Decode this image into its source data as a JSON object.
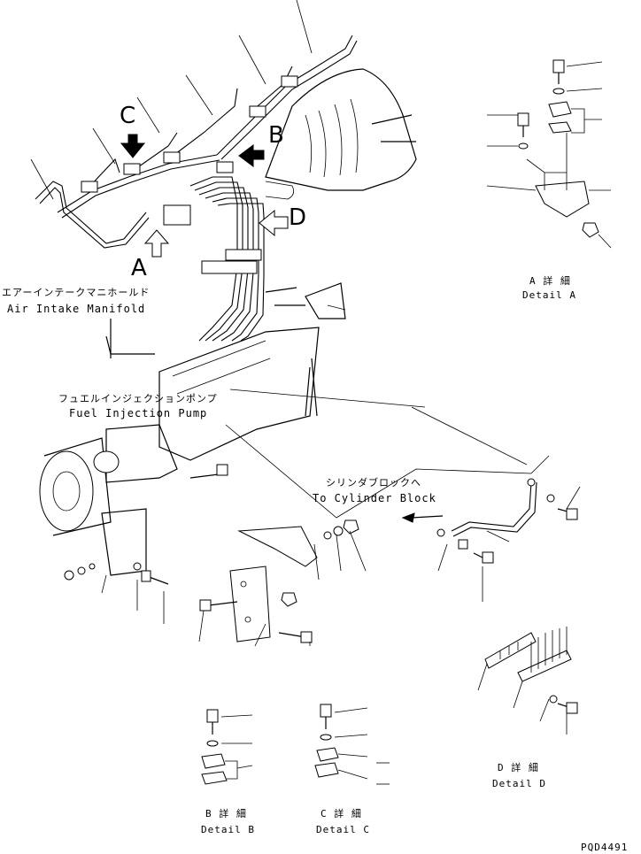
{
  "callouts": {
    "a": "A",
    "b": "B",
    "c": "C",
    "d": "D"
  },
  "labels": {
    "air_intake_jp": "エアーインテークマニホールド",
    "air_intake_en": "Air Intake Manifold",
    "fuel_pump_jp": "フュエルインジェクションポンプ",
    "fuel_pump_en": "Fuel Injection Pump",
    "cyl_block_jp": "シリンダブロックへ",
    "cyl_block_en": "To Cylinder Block"
  },
  "details": {
    "a_jp": "A 詳 細",
    "a_en": "Detail A",
    "b_jp": "B 詳 細",
    "b_en": "Detail B",
    "c_jp": "C 詳 細",
    "c_en": "Detail C",
    "d_jp": "D 詳 細",
    "d_en": "Detail D"
  },
  "part_code": "PQD4491"
}
